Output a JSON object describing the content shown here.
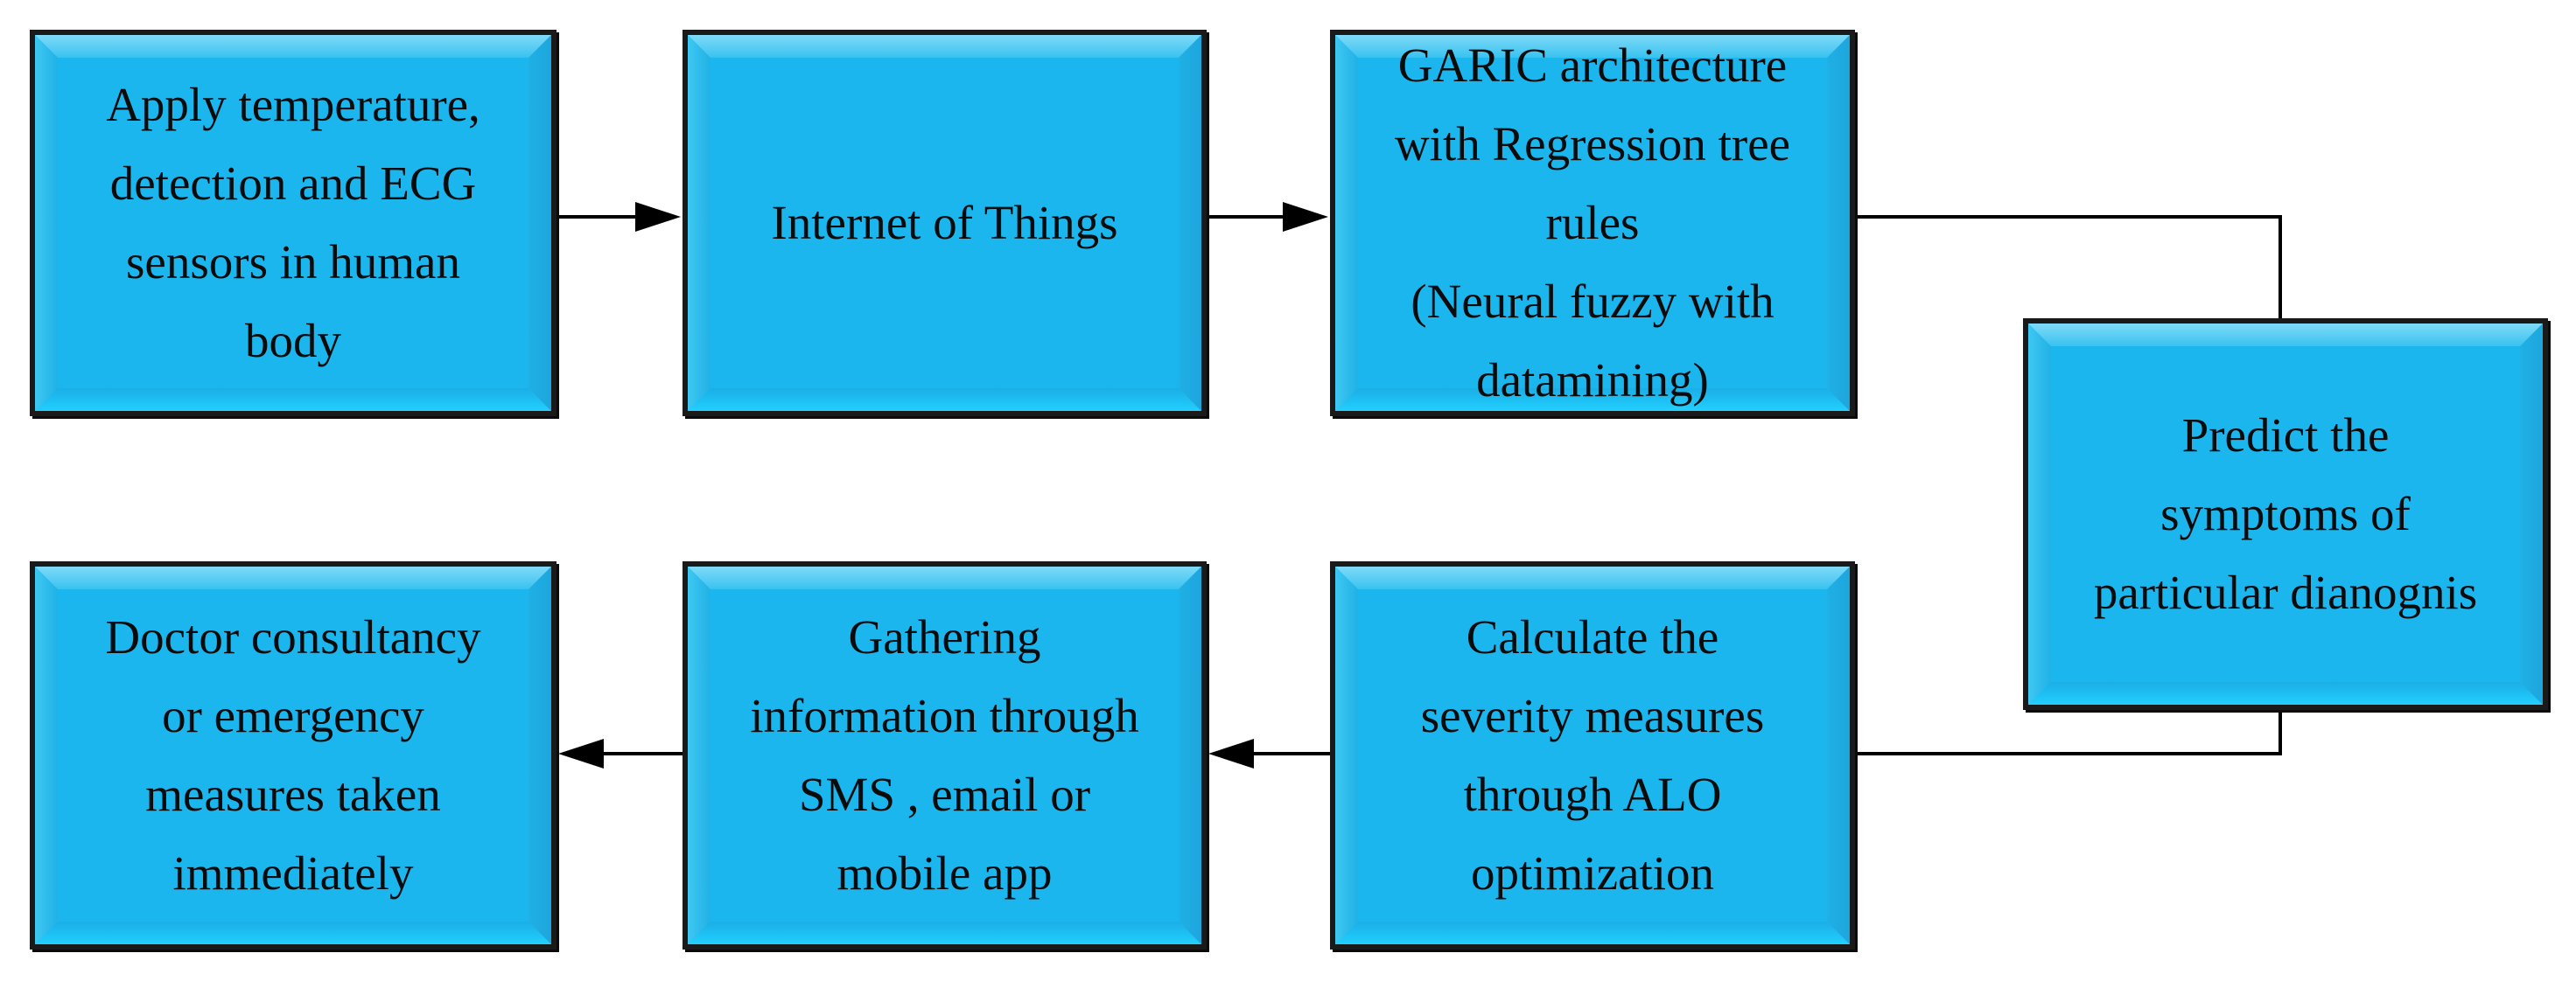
{
  "diagram": {
    "boxes": [
      {
        "id": "sensors",
        "text": "Apply temperature,\ndetection and ECG\nsensors in human\nbody"
      },
      {
        "id": "iot",
        "text": "Internet of Things"
      },
      {
        "id": "garic",
        "text": "GARIC architecture\nwith Regression tree\nrules\n(Neural fuzzy with\ndatamining)"
      },
      {
        "id": "predict",
        "text": "Predict the\nsymptoms of\nparticular dianognis"
      },
      {
        "id": "severity",
        "text": "Calculate the\nseverity measures\nthrough ALO\noptimization"
      },
      {
        "id": "gathering",
        "text": "Gathering\ninformation through\nSMS , email or\nmobile app"
      },
      {
        "id": "doctor",
        "text": "Doctor consultancy\nor emergency\nmeasures taken\nimmediately"
      }
    ],
    "colors": {
      "box_fill": "#1cb6ee",
      "box_border": "#1a1a1a",
      "connector": "#000000",
      "text": "#0b0b0b"
    }
  }
}
